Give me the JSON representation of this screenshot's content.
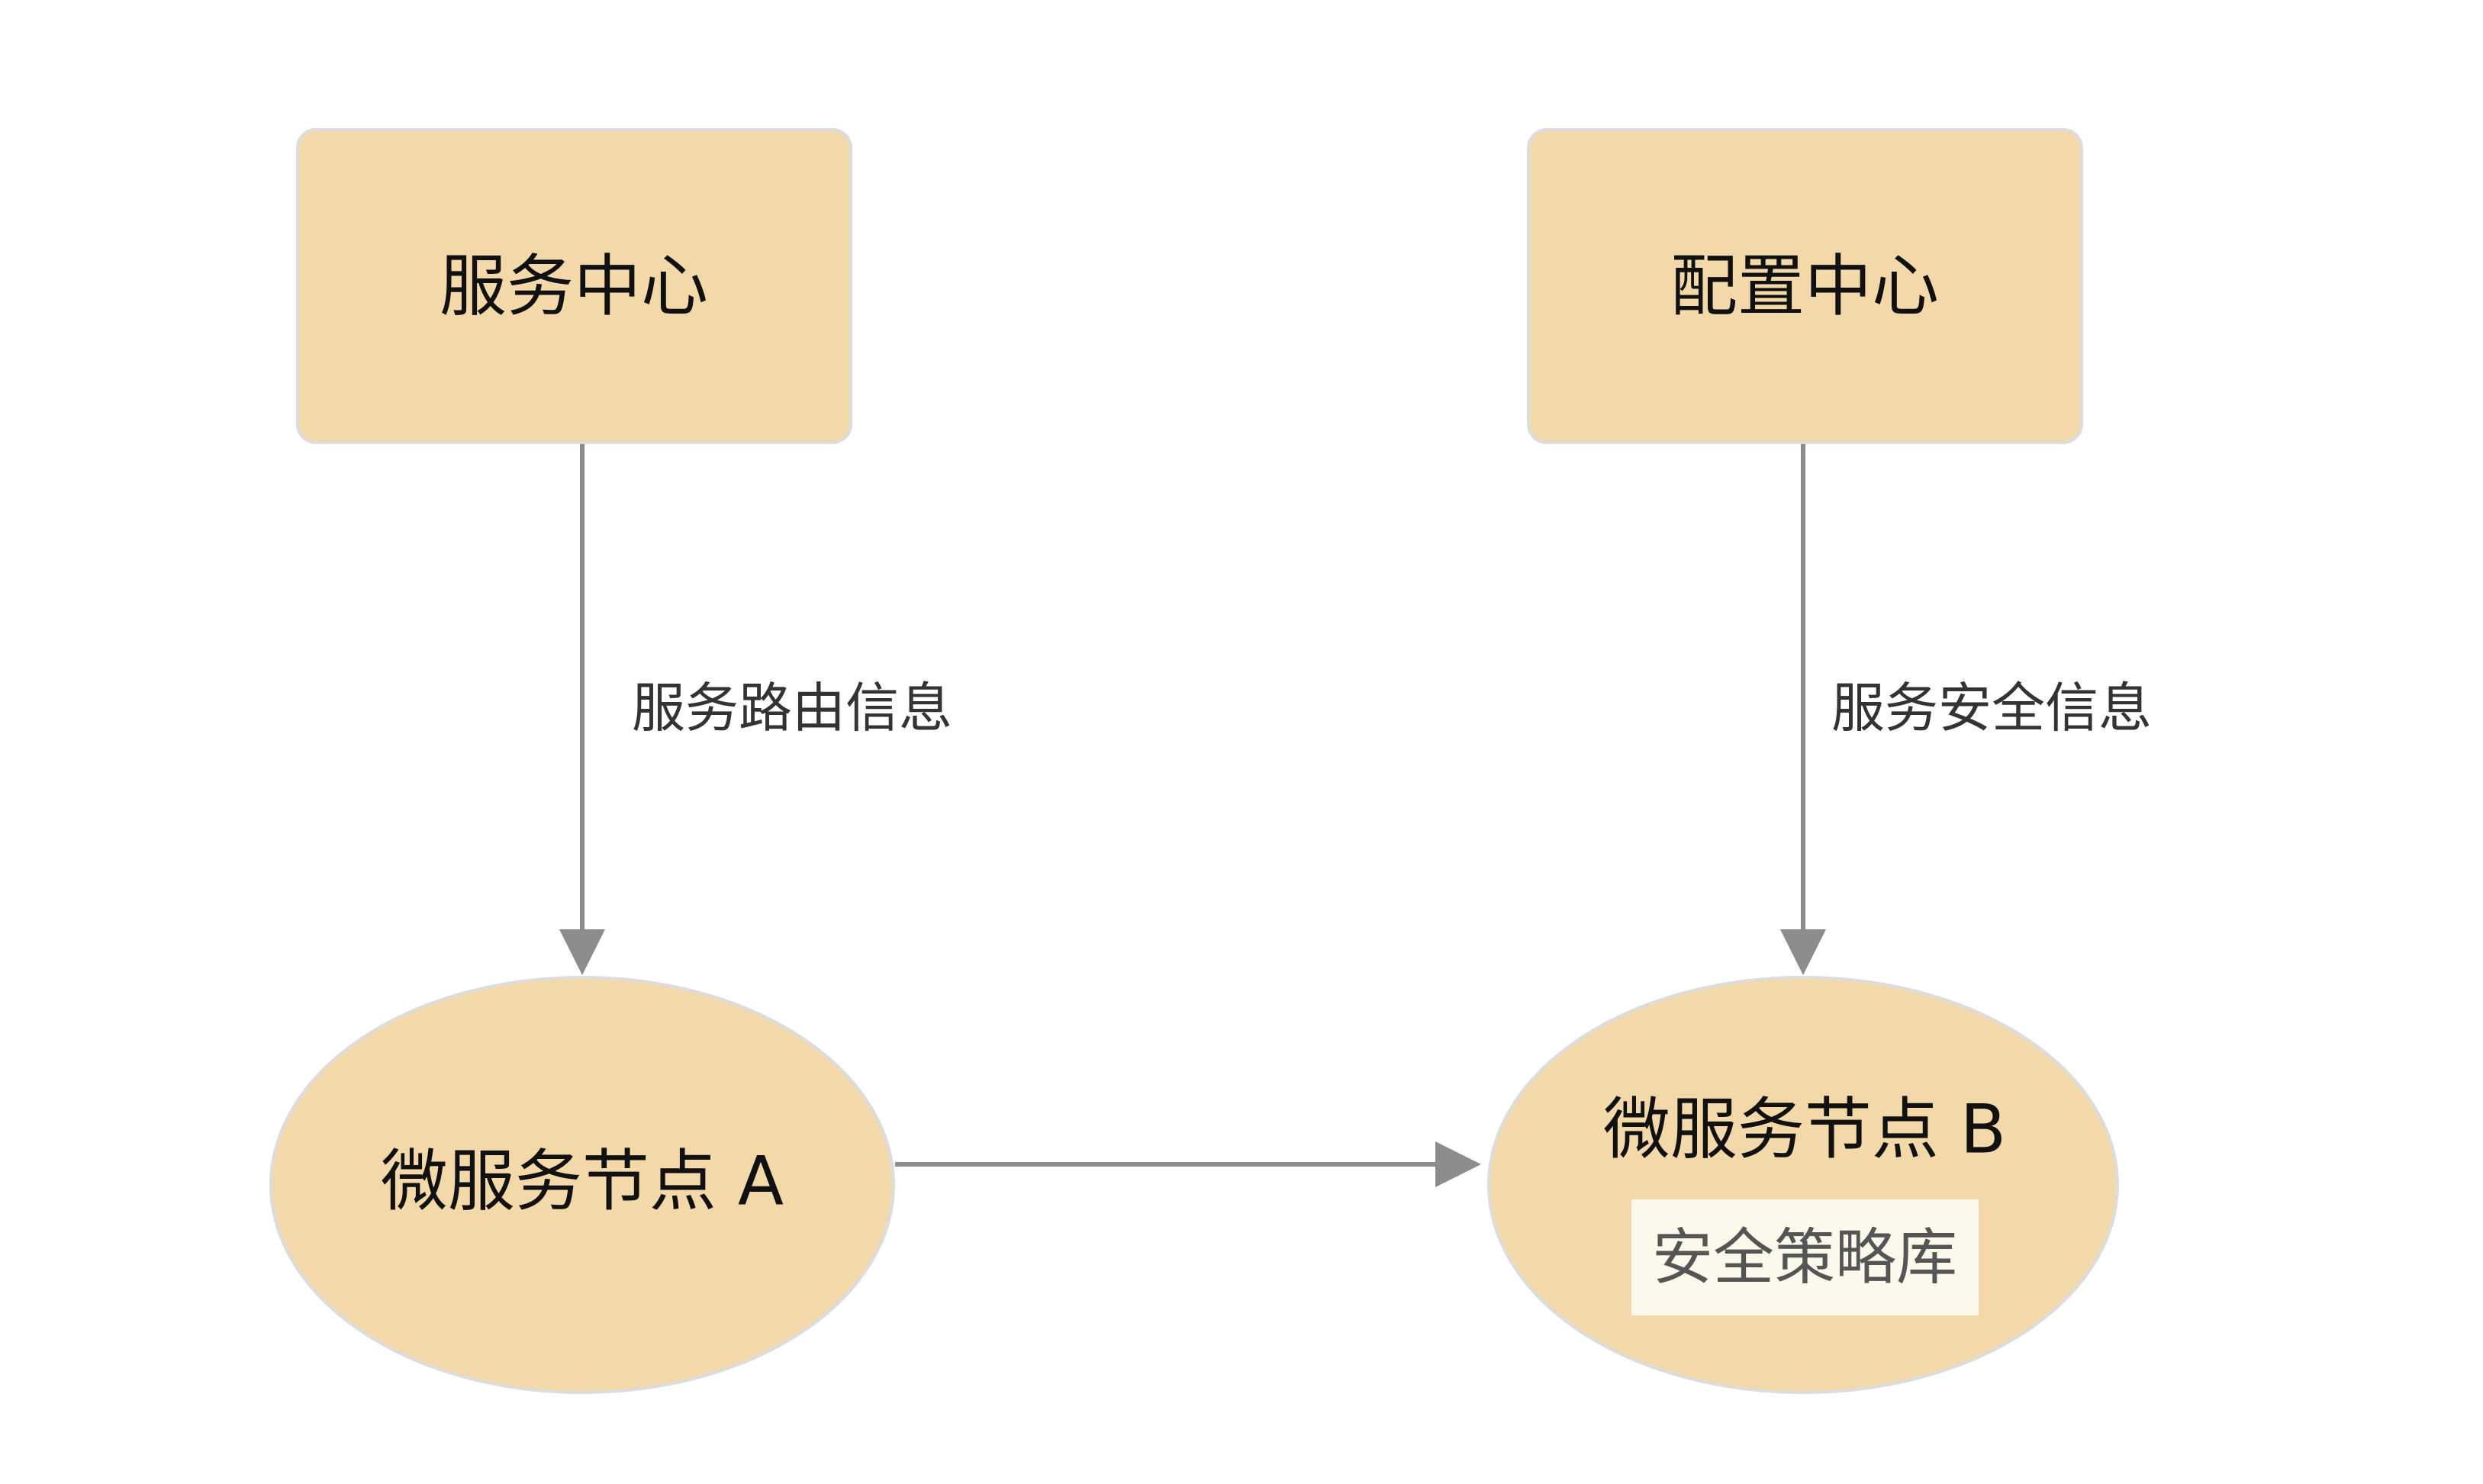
{
  "colors": {
    "node_fill": "#f3d9aa",
    "node_stroke": "#dcdcdc",
    "edge": "#8c8c8c",
    "tag_fill": "#fbf9ec"
  },
  "nodes": {
    "service_center": {
      "label": "服务中心"
    },
    "config_center": {
      "label": "配置中心"
    },
    "node_a": {
      "label": "微服务节点 A"
    },
    "node_b": {
      "label": "微服务节点 B",
      "tag": "安全策略库"
    }
  },
  "edges": {
    "routing": {
      "label": "服务路由信息"
    },
    "security": {
      "label": "服务安全信息"
    }
  }
}
